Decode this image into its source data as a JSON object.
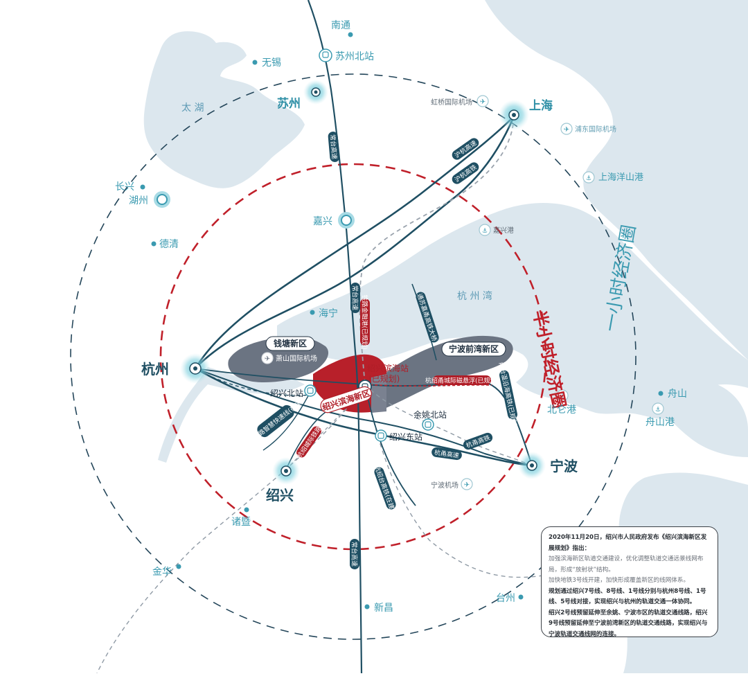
{
  "water": {
    "taihu": "太  湖",
    "hangzhou_bay": "杭  州  湾"
  },
  "rings": {
    "half_hour": "半小时经济圈",
    "one_hour": "一小时经济圈"
  },
  "cities": {
    "hangzhou": "杭州",
    "shaoxing": "绍兴",
    "ningbo": "宁波",
    "suzhou": "苏州",
    "shanghai": "上海",
    "jiaxing": "嘉兴",
    "huzhou": "湖州"
  },
  "places": {
    "nantong": "南通",
    "wuxi": "无锡",
    "changxing": "长兴",
    "deqing": "德清",
    "haining": "海宁",
    "zhuji": "诸暨",
    "jinhua": "金华",
    "xinchang": "新昌",
    "taizhou": "台州",
    "zhoushan": "舟山",
    "yuyao_north": "余姚北站",
    "beilun_port": "北仑港"
  },
  "stations": {
    "suzhou_north": "苏州北站",
    "hongqiao": "虹桥国际机场",
    "pudong": "浦东国际机场",
    "yangshan": "上海洋山港",
    "jiaxing_port": "嘉兴港",
    "xiaoshan_airport": "萧山国际机场",
    "shaoxing_north": "绍兴北站",
    "shaoxing_east": "绍兴东站",
    "ningbo_airport": "宁波机场",
    "zhoushan_port": "舟山港",
    "binhai_station_1": "绍兴滨海站",
    "binhai_station_2": "(已规划)"
  },
  "zones": {
    "qiantang": "钱塘新区",
    "qianwan": "宁波前湾新区",
    "binhai": "绍兴滨海新区"
  },
  "rail_labels": {
    "huhang_gaosu": "沪杭高速",
    "huhang_gaotie": "沪杭高铁",
    "changtai_top": "常台高速",
    "changtai_mid": "常台高速",
    "changtai_bottom": "常台高速",
    "tonghang": "通苏嘉甬高铁大桥",
    "hangshao_cross": "杭绍甬城际磁悬浮(已规划)",
    "tongsu": "铁路金融港(已规划)",
    "yongshao": "杭甬高铁",
    "hangyong": "杭甬高速",
    "hangshao_intercity": "越东路智慧快速线(在建)",
    "shaoxing_metro": "杭绍城际铁路",
    "hangshaotai": "杭绍台高铁(在建)",
    "yongtai": "甬台温沿海高铁(已规划)"
  },
  "info": {
    "heading": "2020年11月20日，绍兴市人民政府发布《绍兴滨海新区发展规划》指出：",
    "line1": "加强滨海新区轨道交通建设，优化调整轨道交通远景线网布局，形成“放射状”结构。",
    "line2": "加快地铁3号线开建，加快形成覆盖新区的线网体系。",
    "line3": "规划通过绍兴7号线、8号线、1号线分别与杭州8号线、1号线、5号线对接，实现绍兴与杭州的轨道交通一体协同。",
    "line4": "绍兴2号线预留延伸至余姚、宁波市区的轨道交通线路，绍兴9号线预留延伸至宁波前湾新区的轨道交通线路，实现绍兴与宁波轨道交通线网的连接。"
  },
  "colors": {
    "water": "#dce7ee",
    "ring_red": "#c0202a",
    "ring_dark": "#24465a",
    "road_dark": "#1f4f63",
    "zone_gray": "#7a8190",
    "zone_red": "#b8202a",
    "accent_teal": "#3a9ab0"
  }
}
